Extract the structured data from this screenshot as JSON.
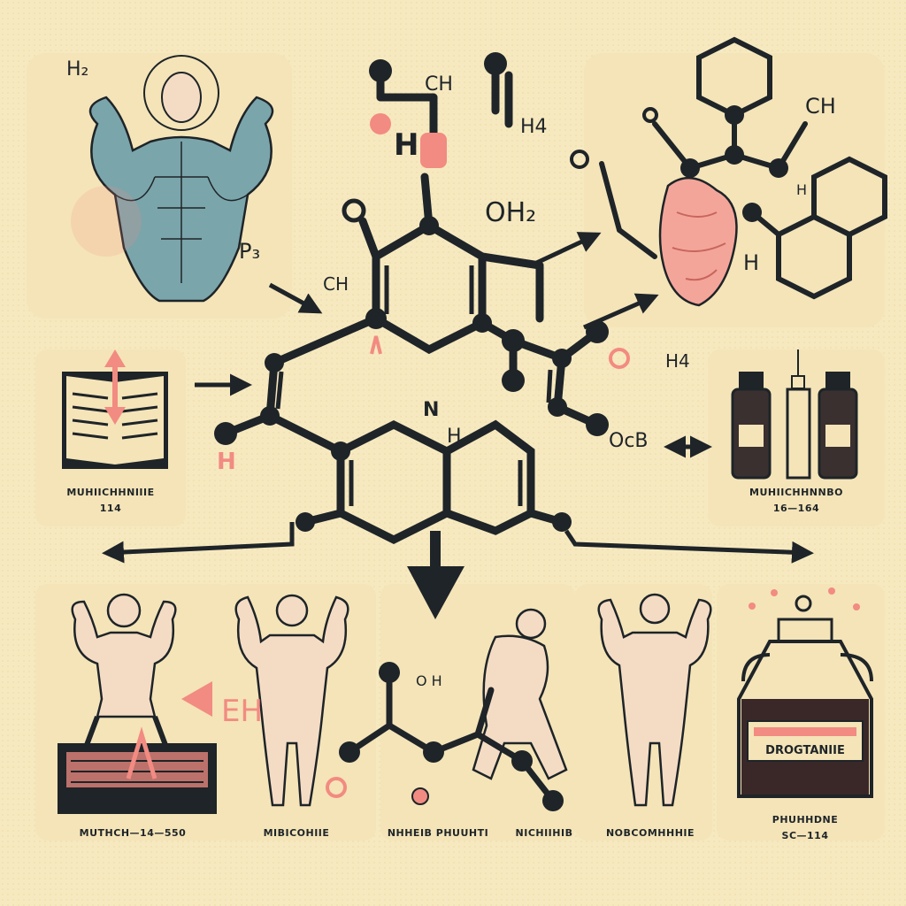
{
  "colors": {
    "background": "#f7e9bf",
    "panel": "#f4e4b8",
    "ink": "#1e2428",
    "accent": "#f28b82",
    "muscle_blue": "#6f9aa0"
  },
  "labels": {
    "top_left": "H₂",
    "ch_top": "CH",
    "h4_top": "H4",
    "h_top": "H",
    "o_left": "O",
    "oh2": "OH₂",
    "ch_mid": "CH",
    "ps": "P₃",
    "n_center": "N",
    "h_center": "H",
    "h_left": "H",
    "h4_right": "H4",
    "ocb": "OᴄB",
    "ch_upper_right": "CH",
    "h_upper_right": "H",
    "h_upper_right_2": "H",
    "eh": "EH",
    "oh_bottom": "O H"
  },
  "captions": {
    "book": "MUHIICHHNIIIE",
    "book_num": "114",
    "vials": "MUHIICHHNNBO",
    "vials_num": "16—164",
    "board": "MUTHCH—14—550",
    "fig2": "MIBICOHIIE",
    "fig3": "NHHEIB PHUUHTI",
    "fig3b": "NICHIIHIB",
    "fig4": "NOBCOMHHHIE",
    "jar_label": "DROGTANIIE",
    "jar_caption": "PHUHHDNE",
    "jar_num": "SC—114"
  }
}
